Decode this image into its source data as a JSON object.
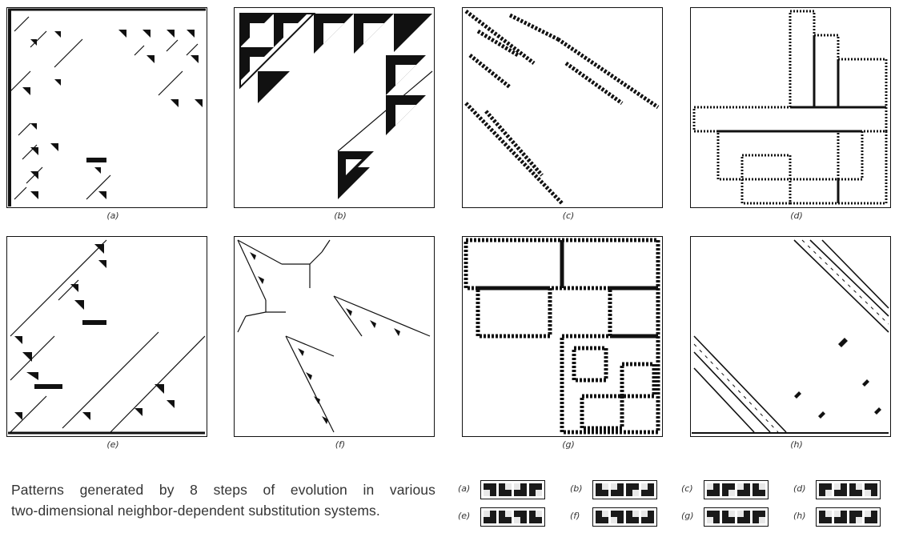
{
  "panels": [
    {
      "id": "a",
      "label": "(a)"
    },
    {
      "id": "b",
      "label": "(b)"
    },
    {
      "id": "c",
      "label": "(c)"
    },
    {
      "id": "d",
      "label": "(d)"
    },
    {
      "id": "e",
      "label": "(e)"
    },
    {
      "id": "f",
      "label": "(f)"
    },
    {
      "id": "g",
      "label": "(g)"
    },
    {
      "id": "h",
      "label": "(h)"
    }
  ],
  "caption": {
    "line1": "Patterns generated by 8 steps of evolution in various",
    "line2": "two-dimensional neighbor-dependent substitution systems."
  },
  "rules": [
    {
      "label": "(a)"
    },
    {
      "label": "(b)"
    },
    {
      "label": "(c)"
    },
    {
      "label": "(d)"
    },
    {
      "label": "(e)"
    },
    {
      "label": "(f)"
    },
    {
      "label": "(g)"
    },
    {
      "label": "(h)"
    }
  ]
}
